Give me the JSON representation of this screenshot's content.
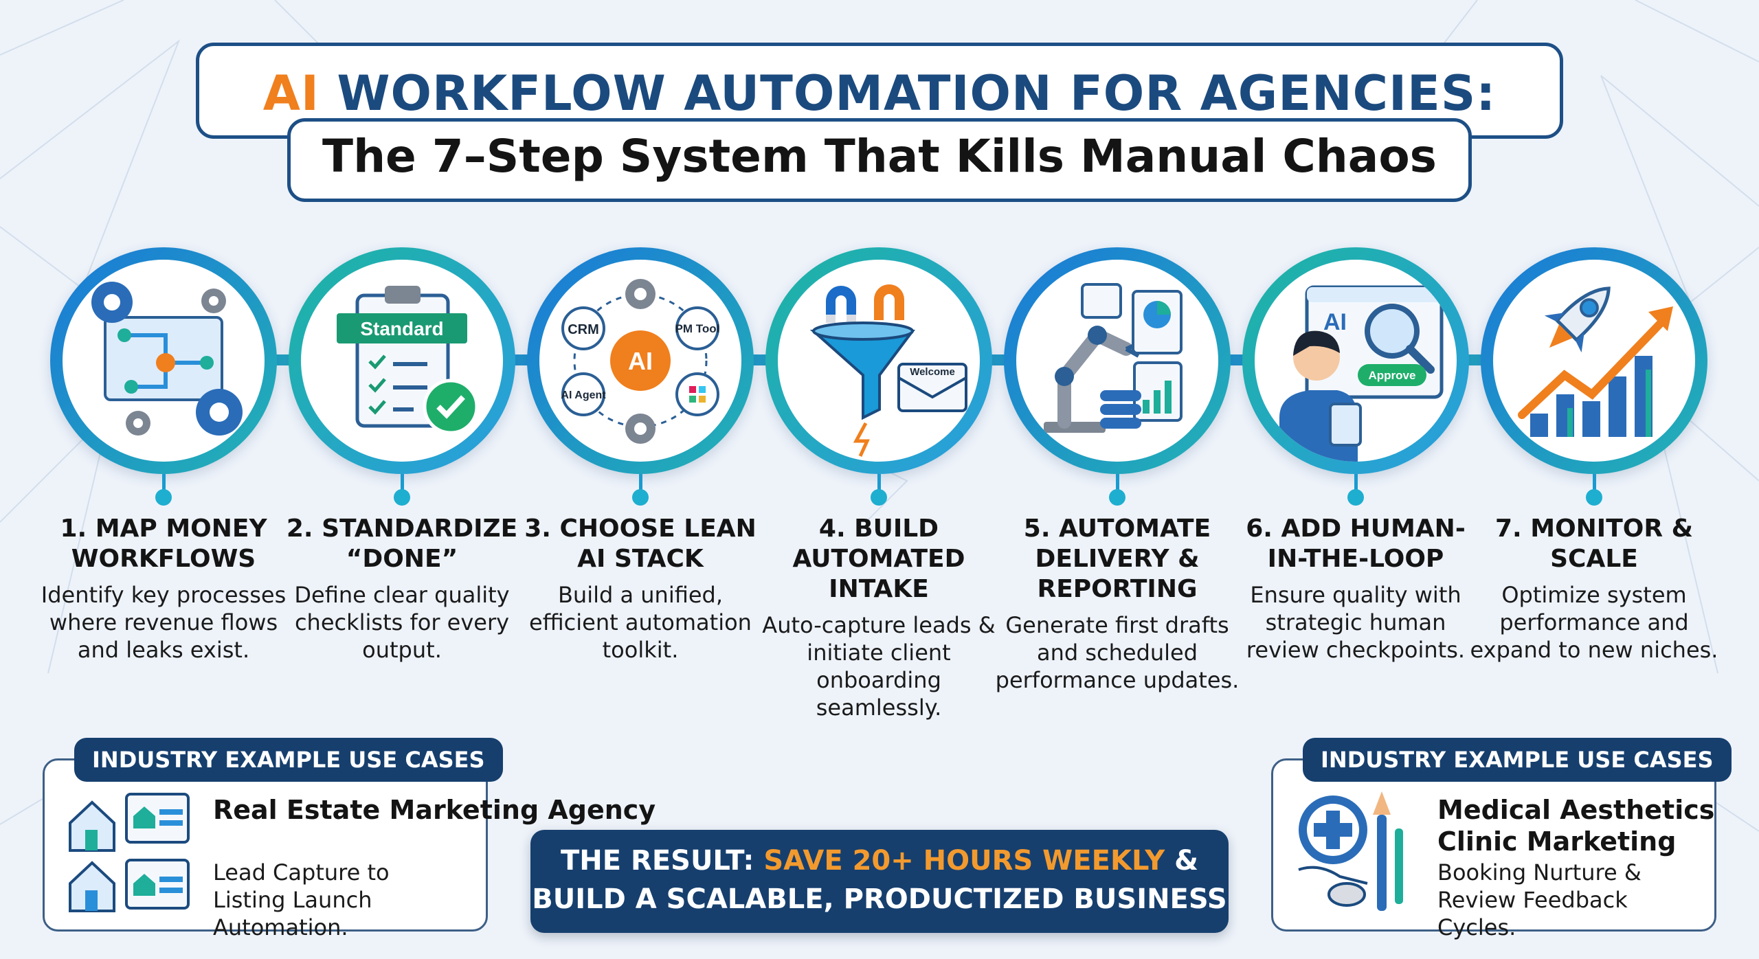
{
  "header": {
    "title_accent": "AI",
    "title_rest": " WORKFLOW AUTOMATION FOR AGENCIES:",
    "subtitle": "The 7–Step System That Kills Manual Chaos"
  },
  "steps": [
    {
      "title": "1. MAP MONEY WORKFLOWS",
      "desc": "Identify key processes where revenue flows and leaks exist.",
      "icon": "workflow-gears-icon"
    },
    {
      "title": "2. STANDARDIZE “DONE”",
      "desc": "Define clear quality checklists for every output.",
      "icon": "checklist-clipboard-icon",
      "badge": "Standard"
    },
    {
      "title": "3. CHOOSE LEAN AI STACK",
      "desc": "Build a unified, efficient automation toolkit.",
      "icon": "ai-stack-icon",
      "labels": {
        "center": "AI",
        "crm": "CRM",
        "pm": "PM Tool",
        "agent": "AI Agent"
      }
    },
    {
      "title": "4. BUILD AUTOMATED INTAKE",
      "desc": "Auto-capture leads & initiate client onboarding seamlessly.",
      "icon": "funnel-magnet-icon",
      "email_label": "Welcome"
    },
    {
      "title": "5. AUTOMATE DELIVERY & REPORTING",
      "desc": "Generate first drafts and scheduled performance updates.",
      "icon": "robot-arm-reports-icon"
    },
    {
      "title": "6. ADD HUMAN-IN-THE-LOOP",
      "desc": "Ensure quality with strategic human review checkpoints.",
      "icon": "human-review-icon",
      "screen_label": "AI",
      "button_label": "Approve"
    },
    {
      "title": "7. MONITOR & SCALE",
      "desc": "Optimize system performance and expand to new niches.",
      "icon": "rocket-growth-icon"
    }
  ],
  "use_cases": {
    "left": {
      "tag": "INDUSTRY EXAMPLE USE CASES",
      "title": "Real Estate Marketing Agency",
      "desc": "Lead Capture to Listing Launch Automation.",
      "icon": "real-estate-houses-icon"
    },
    "right": {
      "tag": "INDUSTRY EXAMPLE USE CASES",
      "title": "Medical Aesthetics Clinic Marketing",
      "desc": "Booking Nurture & Review Feedback Cycles.",
      "icon": "medical-aesthetics-icon"
    }
  },
  "result": {
    "prefix": "THE RESULT: ",
    "highlight": "SAVE 20+ HOURS WEEKLY",
    "suffix": " &",
    "line2": "BUILD A SCALABLE, PRODUCTIZED BUSINESS"
  },
  "colors": {
    "navy": "#163f6e",
    "blue": "#1a78d8",
    "teal": "#23b3b4",
    "orange": "#f07f1d",
    "background": "#eef3fa"
  }
}
